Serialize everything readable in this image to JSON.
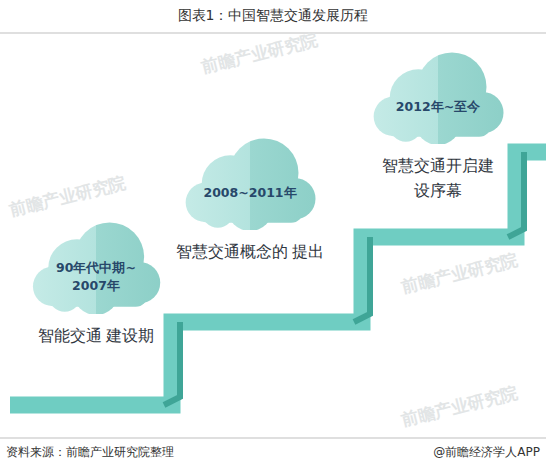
{
  "diagram": {
    "title": "图表1：中国智慧交通发展历程",
    "nodes": [
      {
        "text": [
          "90年代中期~ 2007年",
          "智能交通 建设期"
        ]
      },
      {
        "text": [
          "2008~2011年",
          "智慧交通概念的 提出"
        ]
      },
      {
        "text": [
          "2012年~至今",
          "智慧交通开启建 设序幕"
        ]
      }
    ],
    "labels": [
      "资料来源：前瞻产业研究院整理",
      "@前瞻经济学人APP",
      "前瞻产业研究院",
      "前瞻产业研究院",
      "前瞻产业研究院",
      "前瞻产业研究院"
    ]
  }
}
